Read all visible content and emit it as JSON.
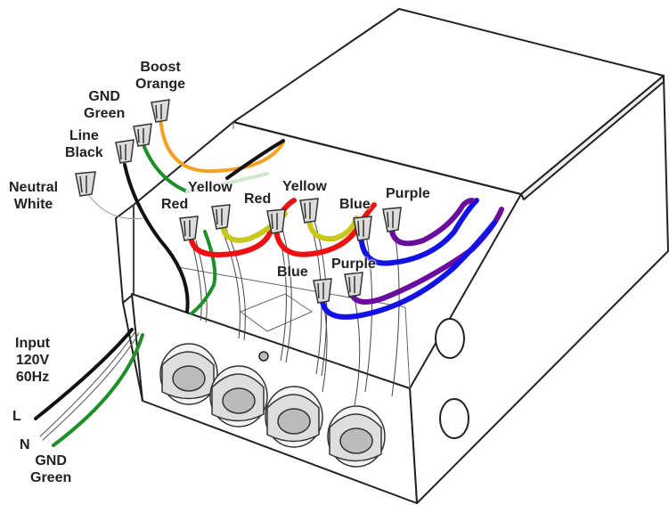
{
  "input_label": {
    "line1": "Input",
    "line2": "120V",
    "line3": "60Hz"
  },
  "input_wires": {
    "line": "L",
    "neutral": "N",
    "ground_1": "GND",
    "ground_2": "Green"
  },
  "top_connectors": {
    "boost": {
      "line1": "Boost",
      "line2": "Orange"
    },
    "gnd": {
      "line1": "GND",
      "line2": "Green"
    },
    "line": {
      "line1": "Line",
      "line2": "Black"
    },
    "neutral": {
      "line1": "Neutral",
      "line2": "White"
    }
  },
  "tap_labels": {
    "red_1": "Red",
    "yellow_1": "Yellow",
    "red_2": "Red",
    "yellow_2": "Yellow",
    "blue_1": "Blue",
    "purple_1": "Purple",
    "blue_2": "Blue",
    "purple_2": "Purple"
  },
  "wire_colors": {
    "orange": "#f7a021",
    "green": "#1f8f2a",
    "black": "#111111",
    "white": "#ffffff",
    "red": "#ee1111",
    "yellow": "#c9c81a",
    "blue": "#1212e6",
    "purple": "#6a0d9e"
  }
}
